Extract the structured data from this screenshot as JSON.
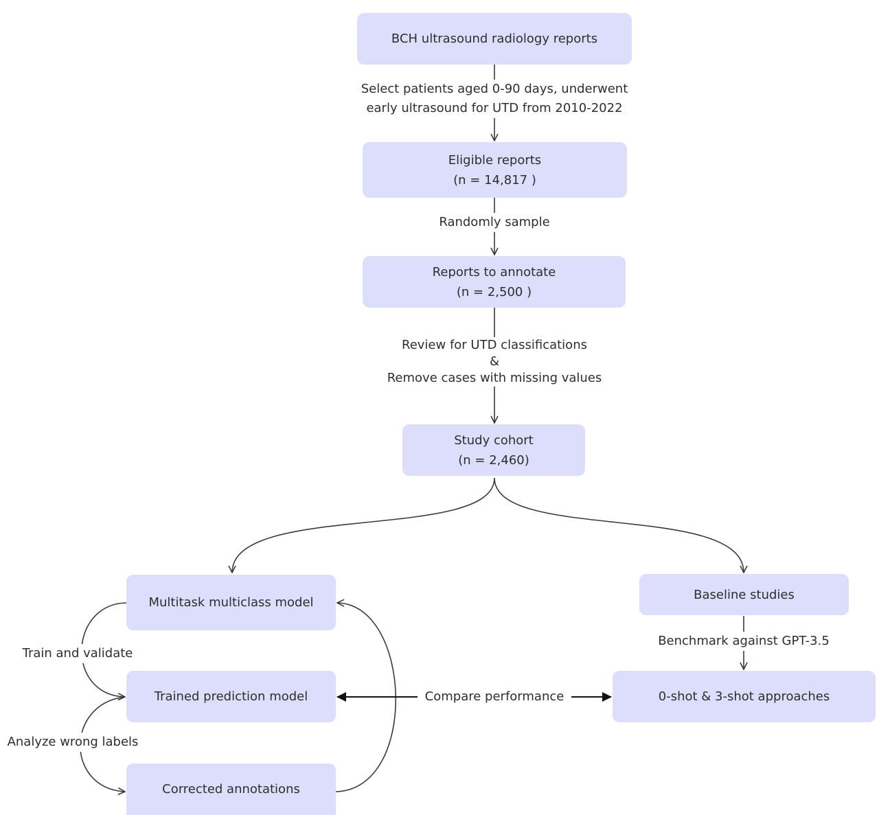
{
  "nodes": {
    "bch_reports": {
      "lines": [
        "BCH ultrasound radiology reports"
      ]
    },
    "eligible": {
      "lines": [
        "Eligible reports",
        "(n = 14,817 )"
      ]
    },
    "to_annotate": {
      "lines": [
        "Reports to annotate",
        "(n = 2,500 )"
      ]
    },
    "study_cohort": {
      "lines": [
        "Study cohort",
        "(n = 2,460)"
      ]
    },
    "multitask": {
      "lines": [
        "Multitask multiclass model"
      ]
    },
    "trained": {
      "lines": [
        "Trained prediction model"
      ]
    },
    "corrected": {
      "lines": [
        "Corrected annotations"
      ]
    },
    "baseline": {
      "lines": [
        "Baseline studies"
      ]
    },
    "shot": {
      "lines": [
        "0-shot & 3-shot approaches"
      ]
    }
  },
  "edge_labels": {
    "select": {
      "lines": [
        "Select patients aged 0-90 days, underwent",
        "early ultrasound for UTD from 2010-2022"
      ]
    },
    "sample": {
      "lines": [
        "Randomly sample"
      ]
    },
    "review": {
      "lines": [
        "Review for UTD classifications",
        "&",
        "Remove cases with missing values"
      ]
    },
    "train": {
      "lines": [
        "Train and validate"
      ]
    },
    "analyze": {
      "lines": [
        "Analyze wrong labels"
      ]
    },
    "benchmark": {
      "lines": [
        "Benchmark against GPT-3.5"
      ]
    },
    "compare": {
      "lines": [
        "Compare performance"
      ]
    }
  },
  "colors": {
    "node_fill": "#dcdefb",
    "text": "#2e2e2e",
    "line": "#3a3a3a"
  }
}
